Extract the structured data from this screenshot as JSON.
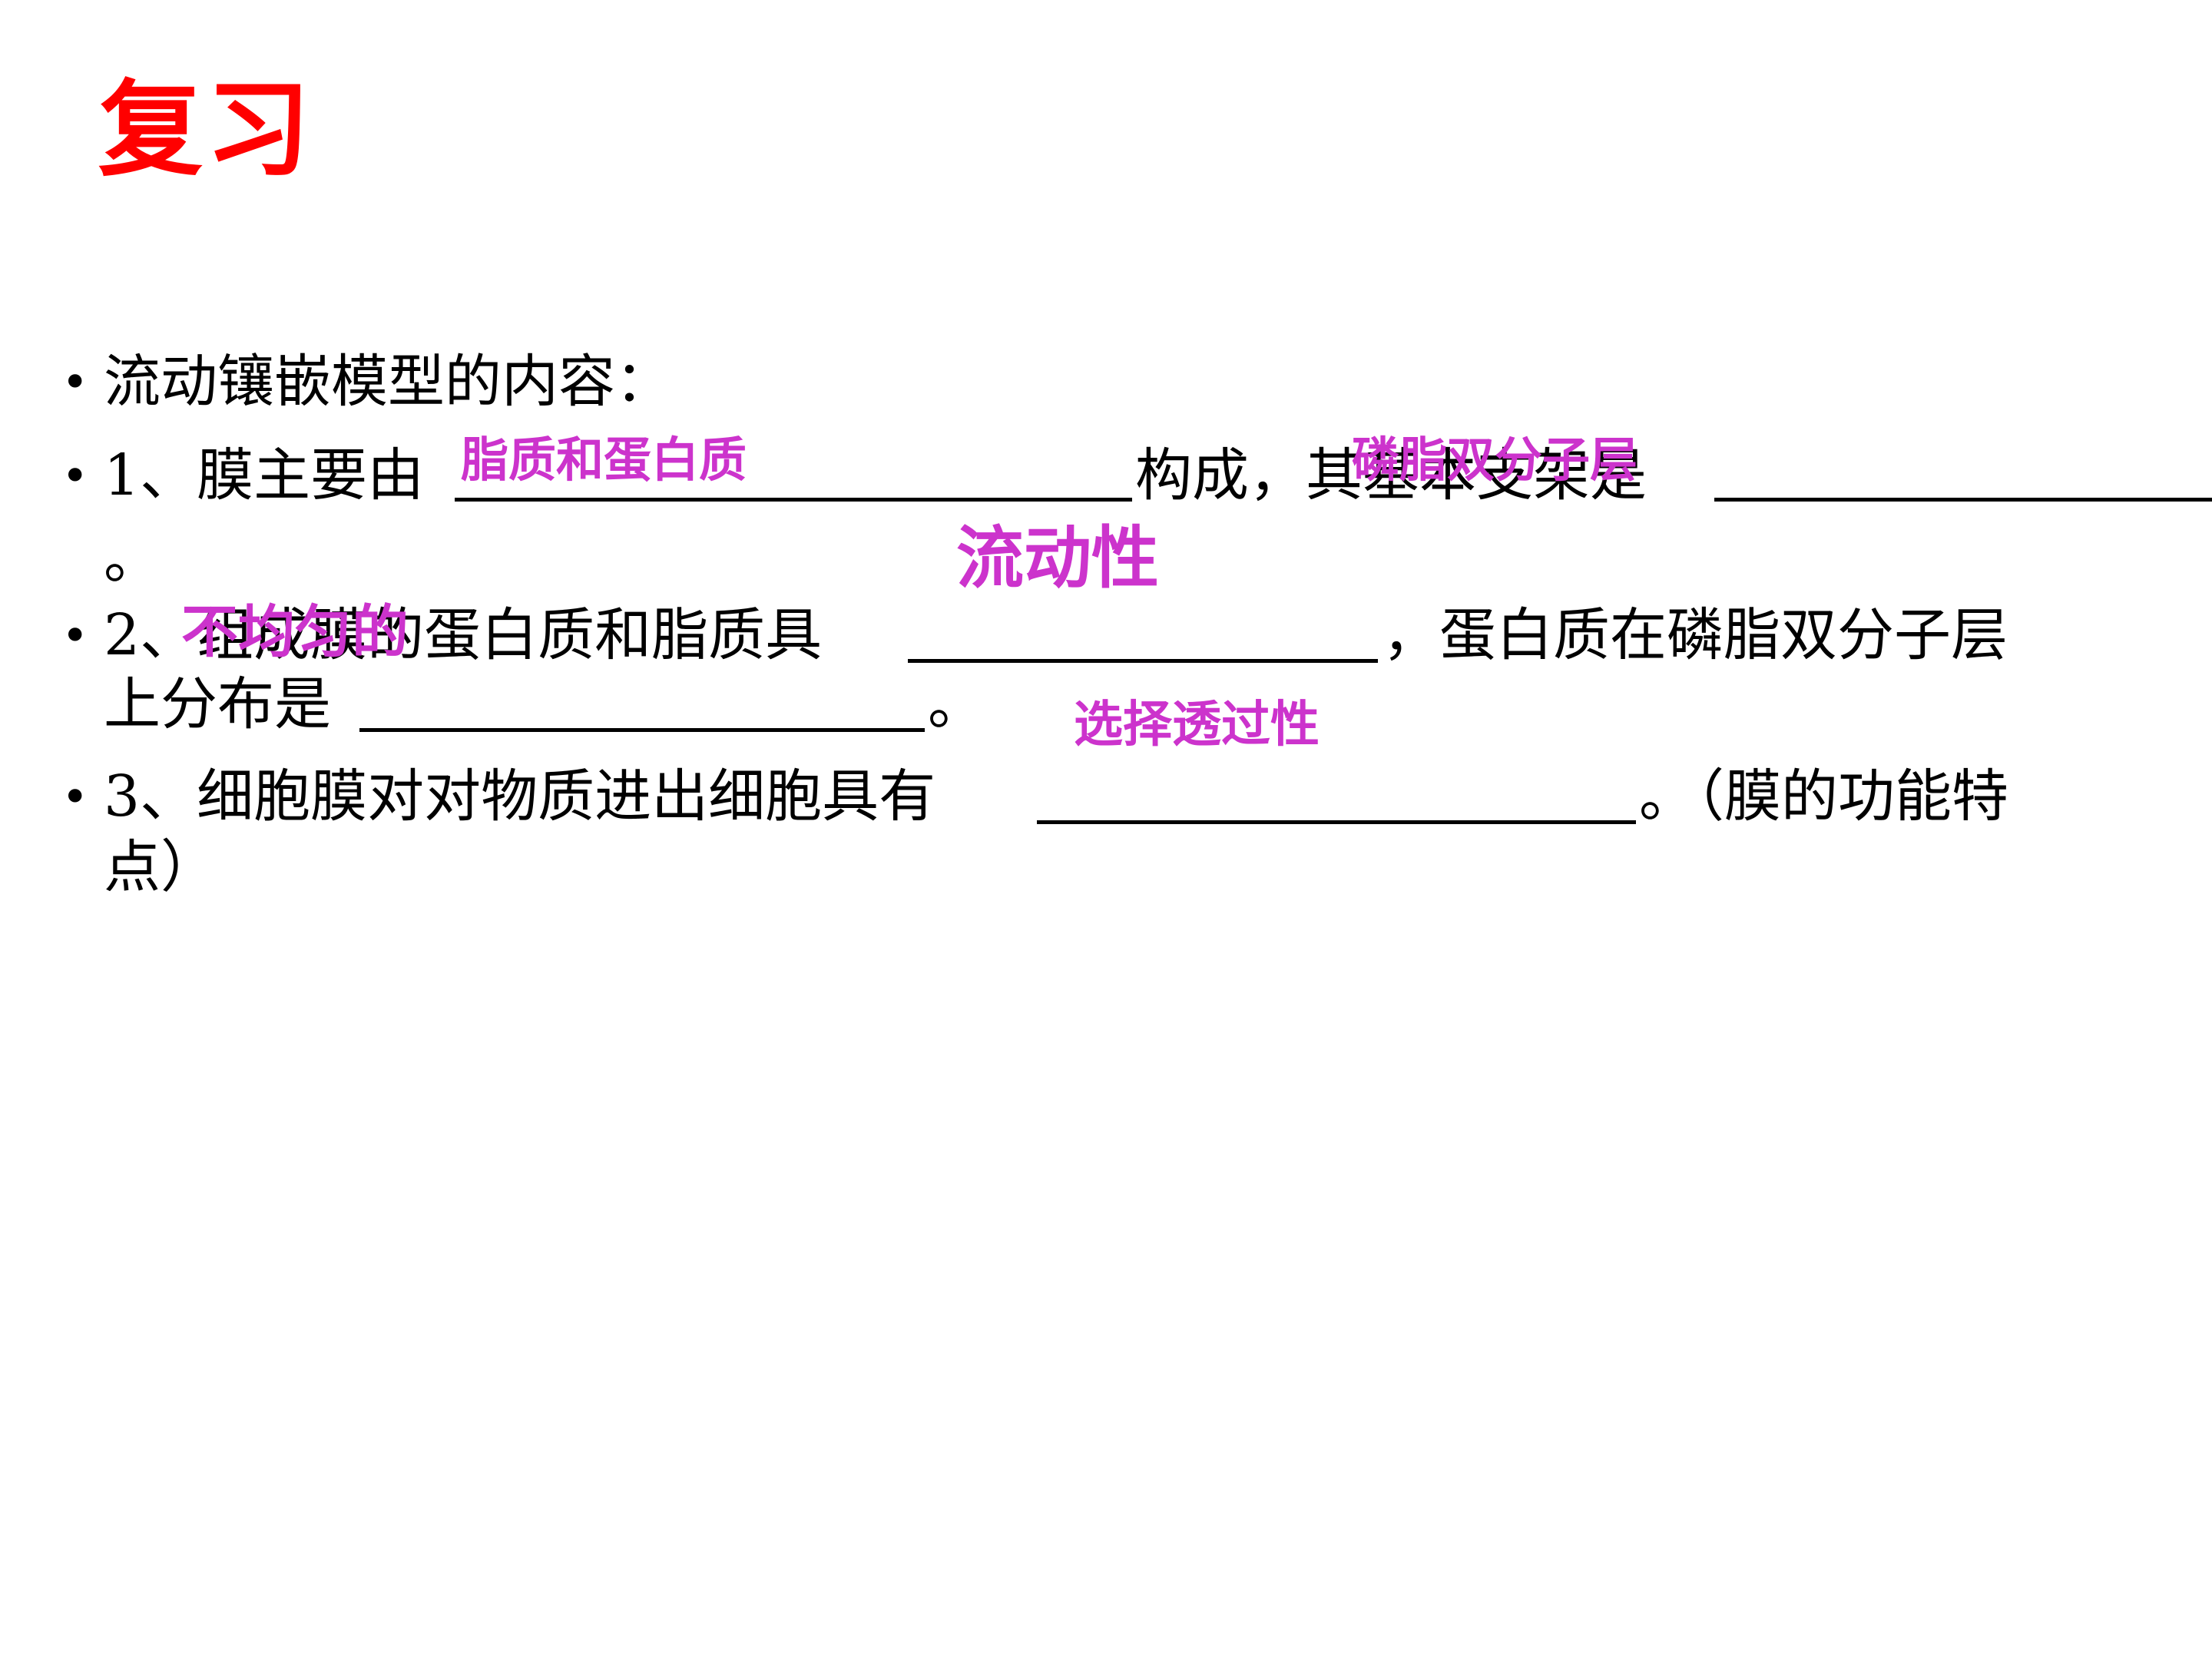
{
  "slide": {
    "title": "复习",
    "accent_color": "#ff0000",
    "answer_color": "#cc33cc",
    "bullet_char": "•",
    "items": [
      {
        "text": "流动镶嵌模型的内容："
      },
      {
        "seg1": "1、膜主要由",
        "seg2": "构成，其基本支架是",
        "cont": "。",
        "answer1": "脂质和蛋白质",
        "answer2": "磷脂双分子层"
      },
      {
        "seg1": "2、组成膜的蛋白质和脂质具",
        "seg2": "，蛋白质在磷脂双分子层",
        "line2a": "上分布是",
        "line2b": "。",
        "answer1": "流动性",
        "answer2": "不均匀的"
      },
      {
        "seg1": "3、细胞膜对对物质进出细胞具有",
        "seg2": "。（膜的功能特",
        "line2": "点）",
        "answer1": "选择透过性"
      }
    ]
  }
}
